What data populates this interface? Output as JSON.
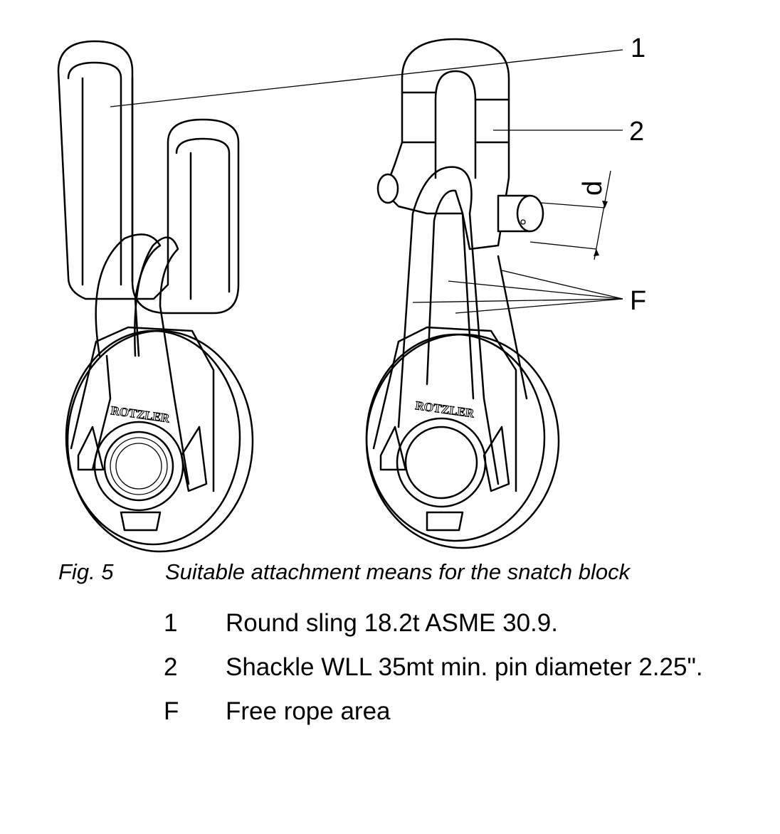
{
  "figure": {
    "callouts": {
      "sling": "1",
      "shackle": "2",
      "pin_dimension": "d",
      "free_rope": "F"
    },
    "logo_text": "ROTZLER"
  },
  "caption": {
    "number": "Fig. 5",
    "title": "Suitable attachment means for the snatch block"
  },
  "legend": [
    {
      "key": "1",
      "text": "Round sling 18.2t ASME 30.9."
    },
    {
      "key": "2",
      "text": "Shackle WLL 35mt min. pin diameter 2.25\"."
    },
    {
      "key": "F",
      "text": "Free rope area"
    }
  ]
}
